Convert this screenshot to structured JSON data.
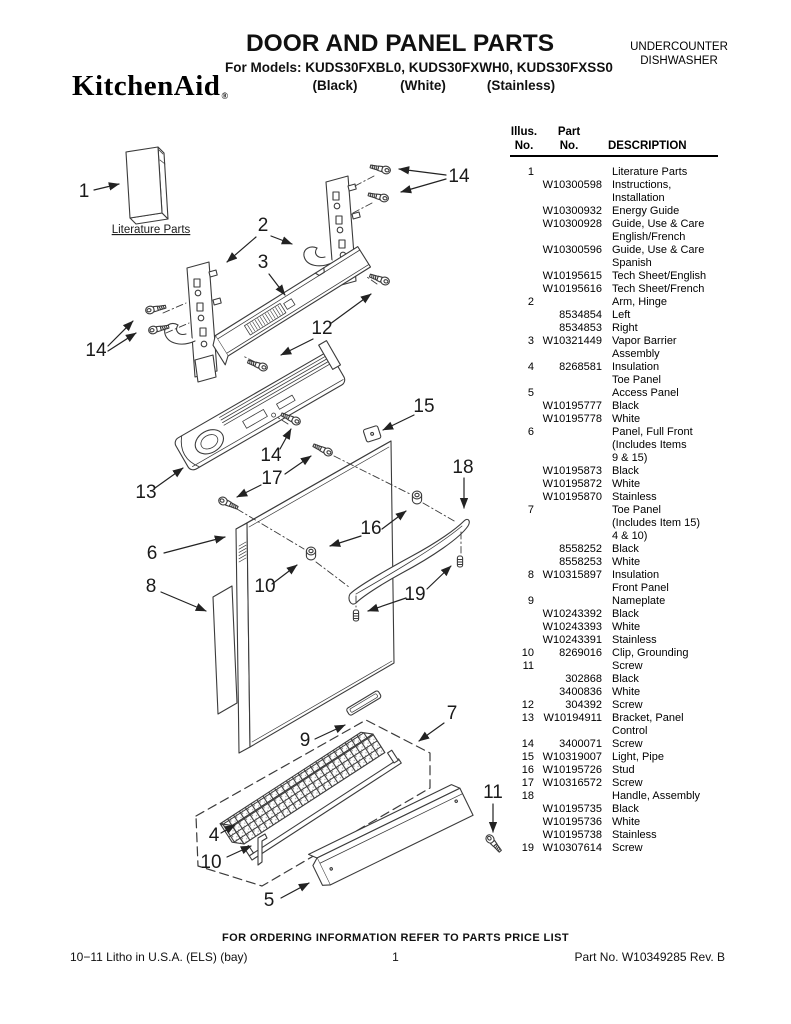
{
  "header": {
    "brand": "KitchenAid",
    "brand_reg": "®",
    "title": "DOOR AND PANEL PARTS",
    "models_line": "For Models: KUDS30FXBL0, KUDS30FXWH0, KUDS30FXSS0",
    "finishes": [
      "(Black)",
      "(White)",
      "(Stainless)"
    ],
    "product_type_line1": "UNDERCOUNTER",
    "product_type_line2": "DISHWASHER"
  },
  "diagram": {
    "literature_label": "Literature Parts",
    "callouts": [
      {
        "label": "1"
      },
      {
        "label": "2"
      },
      {
        "label": "3"
      },
      {
        "label": "14"
      },
      {
        "label": "14"
      },
      {
        "label": "12"
      },
      {
        "label": "13"
      },
      {
        "label": "15"
      },
      {
        "label": "14"
      },
      {
        "label": "17"
      },
      {
        "label": "6"
      },
      {
        "label": "8"
      },
      {
        "label": "10"
      },
      {
        "label": "16"
      },
      {
        "label": "18"
      },
      {
        "label": "19"
      },
      {
        "label": "9"
      },
      {
        "label": "7"
      },
      {
        "label": "4"
      },
      {
        "label": "10"
      },
      {
        "label": "5"
      },
      {
        "label": "11"
      }
    ]
  },
  "parts_list": {
    "headers": {
      "col1": "Illus.\nNo.",
      "col2": "Part\nNo.",
      "col3": "DESCRIPTION"
    },
    "rows": [
      {
        "illus": "1",
        "part": "",
        "desc": "Literature Parts"
      },
      {
        "illus": "",
        "part": "W10300598",
        "desc": "Instructions,\nInstallation"
      },
      {
        "illus": "",
        "part": "W10300932",
        "desc": "Energy Guide"
      },
      {
        "illus": "",
        "part": "W10300928",
        "desc": "Guide, Use & Care\nEnglish/French"
      },
      {
        "illus": "",
        "part": "W10300596",
        "desc": "Guide, Use & Care\nSpanish"
      },
      {
        "illus": "",
        "part": "W10195615",
        "desc": "Tech Sheet/English"
      },
      {
        "illus": "",
        "part": "W10195616",
        "desc": "Tech Sheet/French"
      },
      {
        "illus": "2",
        "part": "",
        "desc": "Arm, Hinge"
      },
      {
        "illus": "",
        "part": "8534854",
        "desc": "Left"
      },
      {
        "illus": "",
        "part": "8534853",
        "desc": "Right"
      },
      {
        "illus": "3",
        "part": "W10321449",
        "desc": "Vapor Barrier\nAssembly"
      },
      {
        "illus": "4",
        "part": "8268581",
        "desc": "Insulation\nToe Panel"
      },
      {
        "illus": "5",
        "part": "",
        "desc": "Access Panel"
      },
      {
        "illus": "",
        "part": "W10195777",
        "desc": "Black"
      },
      {
        "illus": "",
        "part": "W10195778",
        "desc": "White"
      },
      {
        "illus": "6",
        "part": "",
        "desc": "Panel, Full Front\n(Includes Items\n9 & 15)"
      },
      {
        "illus": "",
        "part": "W10195873",
        "desc": "Black"
      },
      {
        "illus": "",
        "part": "W10195872",
        "desc": "White"
      },
      {
        "illus": "",
        "part": "W10195870",
        "desc": "Stainless"
      },
      {
        "illus": "7",
        "part": "",
        "desc": "Toe Panel\n(Includes Item 15)\n4 & 10)"
      },
      {
        "illus": "",
        "part": "8558252",
        "desc": "Black"
      },
      {
        "illus": "",
        "part": "8558253",
        "desc": "White"
      },
      {
        "illus": "8",
        "part": "W10315897",
        "desc": "Insulation\nFront Panel"
      },
      {
        "illus": "9",
        "part": "",
        "desc": "Nameplate"
      },
      {
        "illus": "",
        "part": "W10243392",
        "desc": "Black"
      },
      {
        "illus": "",
        "part": "W10243393",
        "desc": "White"
      },
      {
        "illus": "",
        "part": "W10243391",
        "desc": "Stainless"
      },
      {
        "illus": "10",
        "part": "8269016",
        "desc": "Clip, Grounding"
      },
      {
        "illus": "11",
        "part": "",
        "desc": "Screw"
      },
      {
        "illus": "",
        "part": "302868",
        "desc": "Black"
      },
      {
        "illus": "",
        "part": "3400836",
        "desc": "White"
      },
      {
        "illus": "12",
        "part": "304392",
        "desc": "Screw"
      },
      {
        "illus": "13",
        "part": "W10194911",
        "desc": "Bracket, Panel\nControl"
      },
      {
        "illus": "14",
        "part": "3400071",
        "desc": "Screw"
      },
      {
        "illus": "15",
        "part": "W10319007",
        "desc": "Light, Pipe"
      },
      {
        "illus": "16",
        "part": "W10195726",
        "desc": "Stud"
      },
      {
        "illus": "17",
        "part": "W10316572",
        "desc": "Screw"
      },
      {
        "illus": "18",
        "part": "",
        "desc": "Handle, Assembly"
      },
      {
        "illus": "",
        "part": "W10195735",
        "desc": "Black"
      },
      {
        "illus": "",
        "part": "W10195736",
        "desc": "White"
      },
      {
        "illus": "",
        "part": "W10195738",
        "desc": "Stainless"
      },
      {
        "illus": "19",
        "part": "W10307614",
        "desc": "Screw"
      }
    ]
  },
  "footer": {
    "ordering_note": "FOR ORDERING INFORMATION REFER TO PARTS PRICE LIST",
    "litho": "10−11 Litho in U.S.A. (ELS) (bay)",
    "page_number": "1",
    "part_no": "Part No. W10349285 Rev. B"
  }
}
